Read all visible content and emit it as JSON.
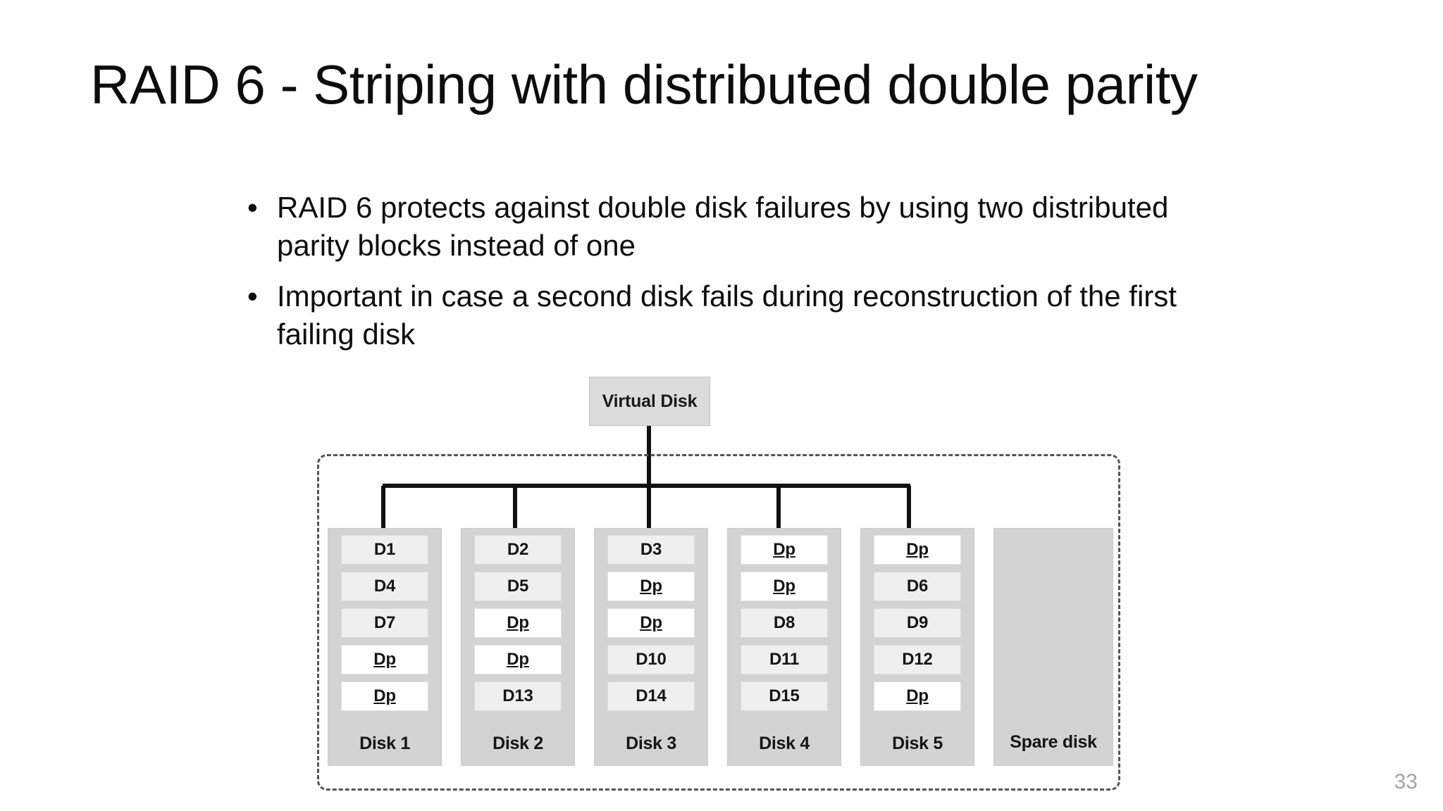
{
  "slide": {
    "title": "RAID 6 - Striping with distributed double parity",
    "page_number": "33",
    "bullet_marker": "•",
    "bullets": [
      "RAID 6 protects against double disk failures by using two distributed parity blocks instead of one",
      "Important in case a second disk fails during reconstruction of the first failing disk"
    ]
  },
  "diagram": {
    "virtual_disk_label": "Virtual Disk",
    "colors": {
      "panel_bg": "#d3d3d3",
      "data_block_bg": "#efefef",
      "parity_block_bg": "#ffffff",
      "virtual_disk_bg": "#dcdcdc",
      "enclosure_border": "#555555",
      "connector_line": "#111111",
      "page_number": "#a3a3a3"
    },
    "disks": [
      {
        "label": "Disk 1",
        "blocks": [
          {
            "text": "D1",
            "type": "data"
          },
          {
            "text": "D4",
            "type": "data"
          },
          {
            "text": "D7",
            "type": "data"
          },
          {
            "text": "Dp",
            "type": "parity"
          },
          {
            "text": "Dp",
            "type": "parity"
          }
        ]
      },
      {
        "label": "Disk 2",
        "blocks": [
          {
            "text": "D2",
            "type": "data"
          },
          {
            "text": "D5",
            "type": "data"
          },
          {
            "text": "Dp",
            "type": "parity"
          },
          {
            "text": "Dp",
            "type": "parity"
          },
          {
            "text": "D13",
            "type": "data"
          }
        ]
      },
      {
        "label": "Disk 3",
        "blocks": [
          {
            "text": "D3",
            "type": "data"
          },
          {
            "text": "Dp",
            "type": "parity"
          },
          {
            "text": "Dp",
            "type": "parity"
          },
          {
            "text": "D10",
            "type": "data"
          },
          {
            "text": "D14",
            "type": "data"
          }
        ]
      },
      {
        "label": "Disk 4",
        "blocks": [
          {
            "text": "Dp",
            "type": "parity"
          },
          {
            "text": "Dp",
            "type": "parity"
          },
          {
            "text": "D8",
            "type": "data"
          },
          {
            "text": "D11",
            "type": "data"
          },
          {
            "text": "D15",
            "type": "data"
          }
        ]
      },
      {
        "label": "Disk 5",
        "blocks": [
          {
            "text": "Dp",
            "type": "parity"
          },
          {
            "text": "D6",
            "type": "data"
          },
          {
            "text": "D9",
            "type": "data"
          },
          {
            "text": "D12",
            "type": "data"
          },
          {
            "text": "Dp",
            "type": "parity"
          }
        ]
      },
      {
        "label": "Spare disk",
        "blocks": []
      }
    ]
  }
}
